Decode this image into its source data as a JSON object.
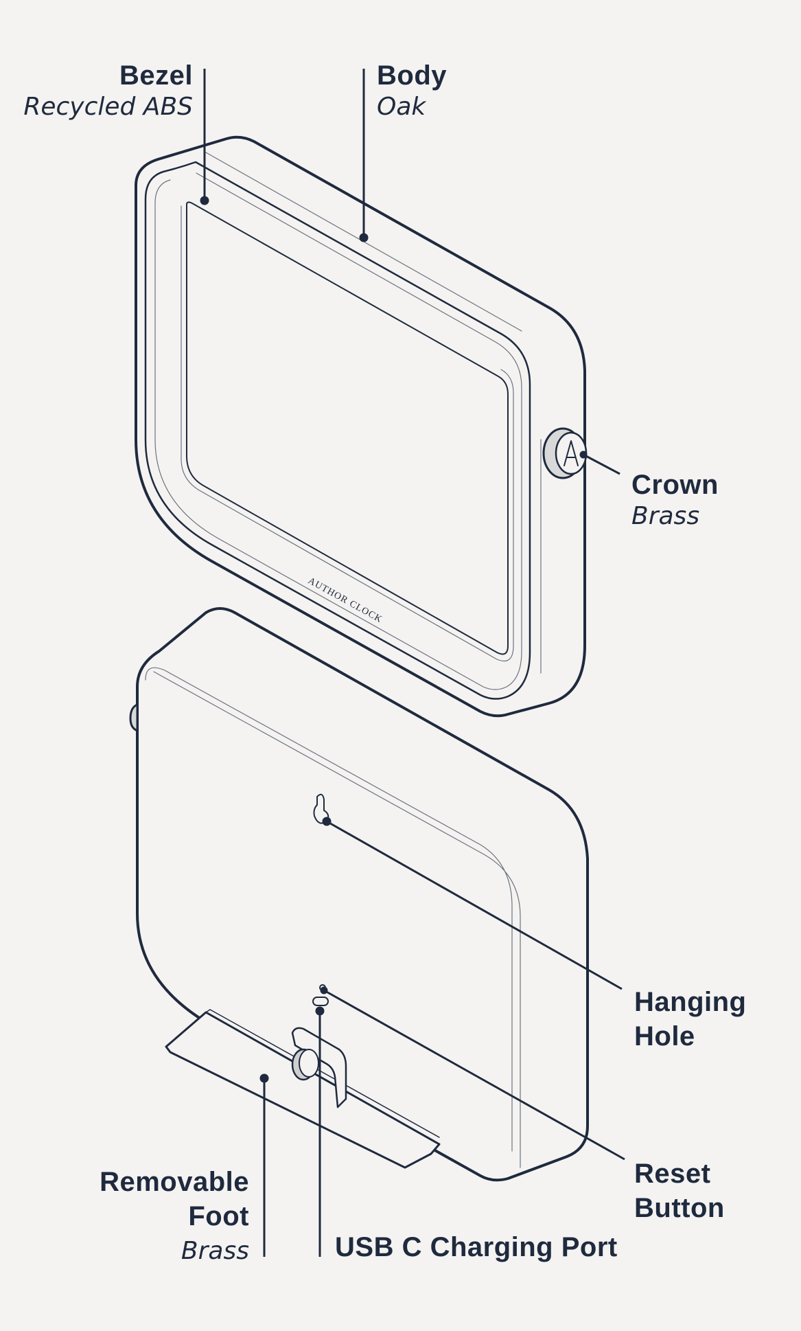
{
  "callouts": {
    "bezel": {
      "name": "Bezel",
      "material": "Recycled ABS"
    },
    "body": {
      "name": "Body",
      "material": "Oak"
    },
    "crown": {
      "name": "Crown",
      "material": "Brass"
    },
    "hanging_hole": {
      "name_line1": "Hanging",
      "name_line2": "Hole"
    },
    "reset_button": {
      "name_line1": "Reset",
      "name_line2": "Button"
    },
    "removable_foot": {
      "name_line1": "Removable",
      "name_line2": "Foot",
      "material": "Brass"
    },
    "usb_port": {
      "name": "USB C Charging Port"
    }
  },
  "product_mark": "AUTHOR CLOCK",
  "colors": {
    "background": "#f4f3f1",
    "ink": "#1f2a3e",
    "thin_line": "#6b7280"
  }
}
